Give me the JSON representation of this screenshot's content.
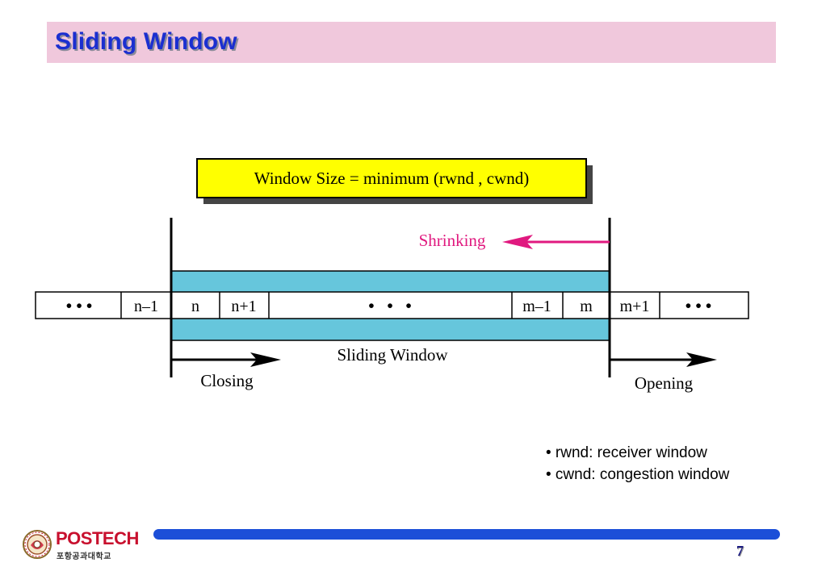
{
  "slide": {
    "title": "Sliding Window",
    "page_number": "7"
  },
  "diagram": {
    "formula": "Window Size = minimum (rwnd , cwnd)",
    "shrinking_label": "Shrinking",
    "window_label": "Sliding Window",
    "closing_label": "Closing",
    "opening_label": "Opening",
    "cells": [
      "• • •",
      "n–1",
      "n",
      "n+1",
      "•   •   •",
      "m–1",
      "m",
      "m+1",
      "• • •"
    ],
    "colors": {
      "window_fill": "#66c6dc",
      "formula_fill": "#ffff00",
      "shrinking_arrow": "#e0197f",
      "title_band": "#f0c8dc",
      "title_text": "#1b2fd0",
      "footer_bar": "#1c4fd8"
    }
  },
  "notes": [
    "• rwnd: receiver window",
    "• cwnd: congestion window"
  ],
  "logo": {
    "name": "POSTECH",
    "subtitle": "포항공과대학교"
  }
}
